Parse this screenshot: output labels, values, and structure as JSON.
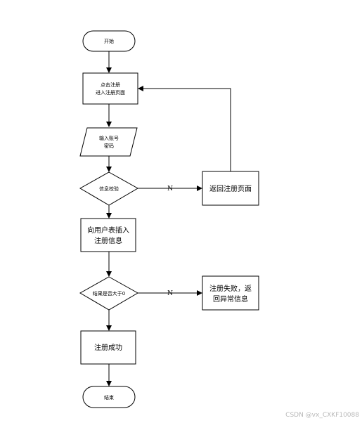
{
  "flowchart": {
    "nodes": {
      "start": {
        "label": "开始"
      },
      "click_register": {
        "line1": "点击注册",
        "line2": "进入注册页面"
      },
      "input_credentials": {
        "line1": "输入账号",
        "line2": "密码"
      },
      "verify_info": {
        "label": "信息校验"
      },
      "return_register": {
        "label": "返回注册页面"
      },
      "insert_user": {
        "line1": "向用户表插入",
        "line2": "注册信息"
      },
      "check_result": {
        "label": "结果是否大于0"
      },
      "register_fail": {
        "line1": "注册失败，返",
        "line2": "回异常信息"
      },
      "register_success": {
        "label": "注册成功"
      },
      "end": {
        "label": "结束"
      }
    },
    "edges": {
      "verify_no_label": "N",
      "result_no_label": "N"
    }
  },
  "watermark": "CSDN @vx_CXKF10088"
}
